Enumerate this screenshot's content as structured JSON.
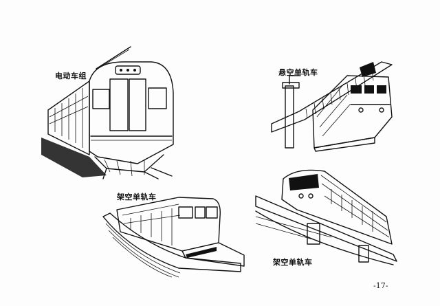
{
  "figures": [
    {
      "caption": "电动车组",
      "icon": "electric-multiple-unit-train-illustration"
    },
    {
      "caption": "悬空单轨车",
      "icon": "suspended-monorail-illustration"
    },
    {
      "caption": "架空单轨车",
      "icon": "elevated-monorail-illustration"
    },
    {
      "caption": "架空单轨车",
      "icon": "elevated-monorail-illustration"
    }
  ],
  "page_number": "-17-"
}
